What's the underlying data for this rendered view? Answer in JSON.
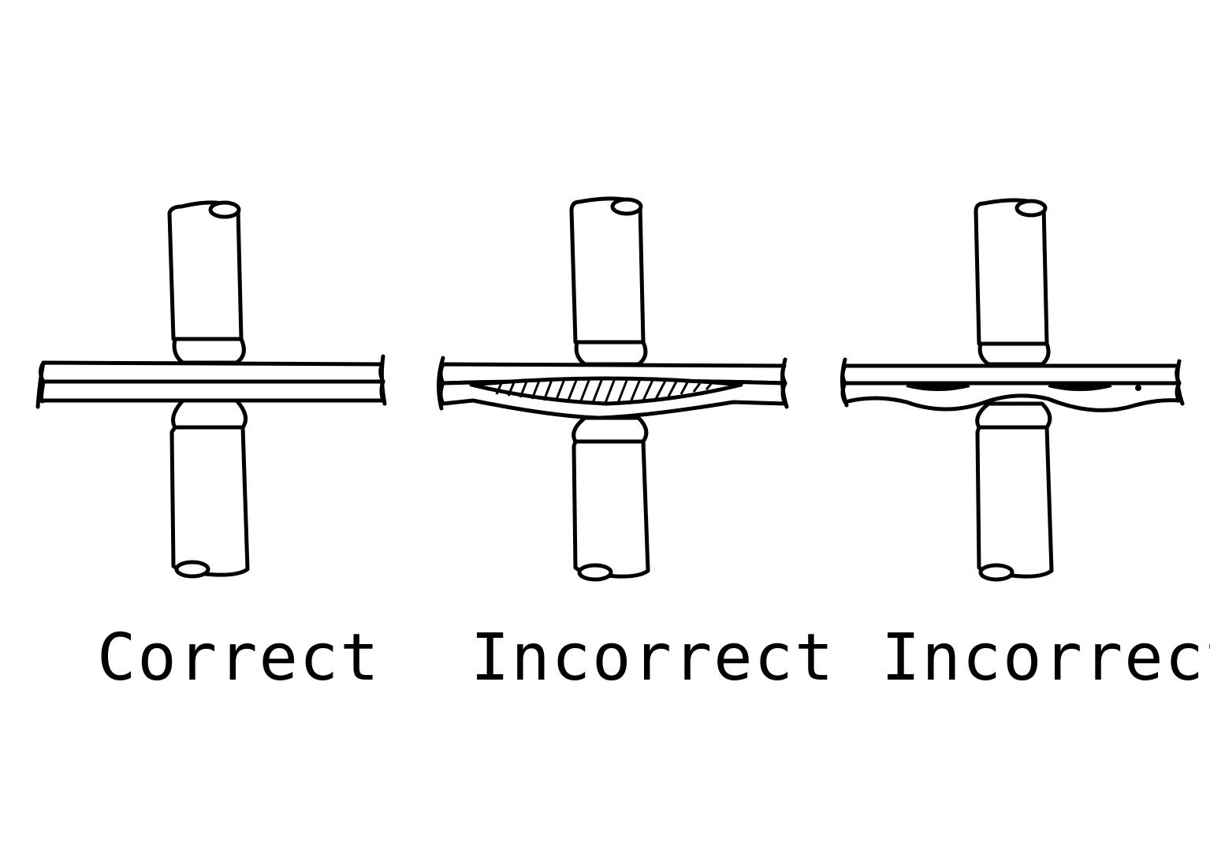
{
  "panels": [
    {
      "id": "correct",
      "caption": "Correct",
      "sheet_shape": "flat",
      "nugget": "none"
    },
    {
      "id": "incorrect-bent",
      "caption": "Incorrect",
      "sheet_shape": "bowed",
      "nugget": "full-width-hatched"
    },
    {
      "id": "incorrect-wavy",
      "caption": "Incorrect",
      "sheet_shape": "wavy",
      "nugget": "two-side-pockets"
    }
  ],
  "colors": {
    "ink": "#000000",
    "paper": "#ffffff"
  }
}
